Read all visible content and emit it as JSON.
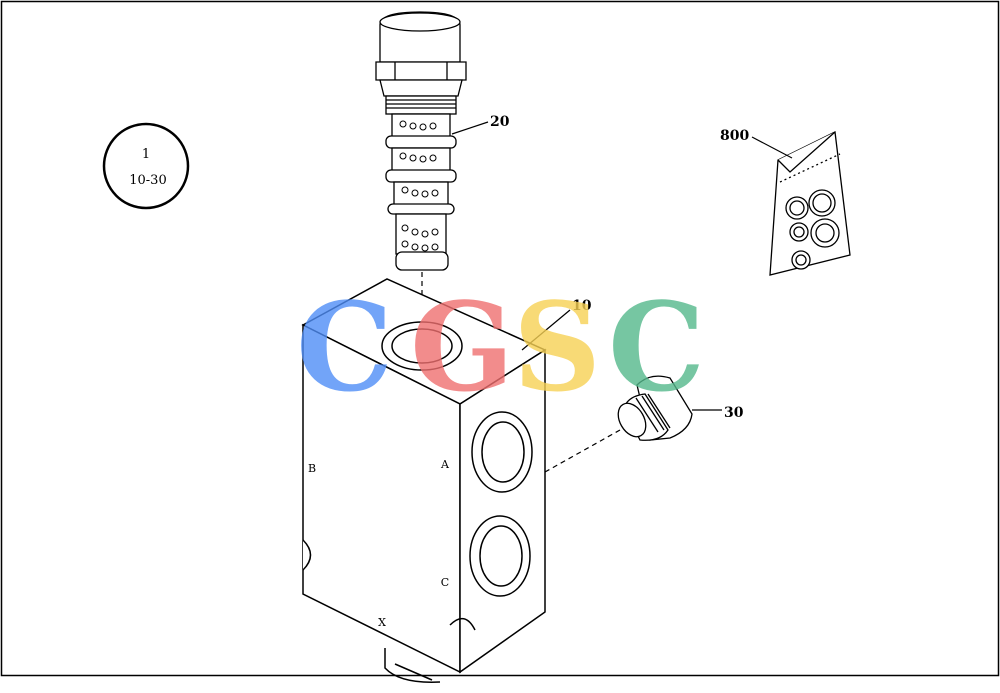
{
  "reference_circle": {
    "line1": "1",
    "line2": "10-30"
  },
  "callouts": {
    "cartridge": "20",
    "block": "10",
    "plug": "30",
    "seal_kit": "800"
  },
  "ports": {
    "a": "A",
    "b": "B",
    "c": "C",
    "x": "X"
  },
  "watermark": {
    "letters": [
      "C",
      "G",
      "S",
      "C"
    ],
    "colors": [
      "#4f8ef7",
      "#f07070",
      "#f7d154",
      "#54b98c"
    ]
  }
}
